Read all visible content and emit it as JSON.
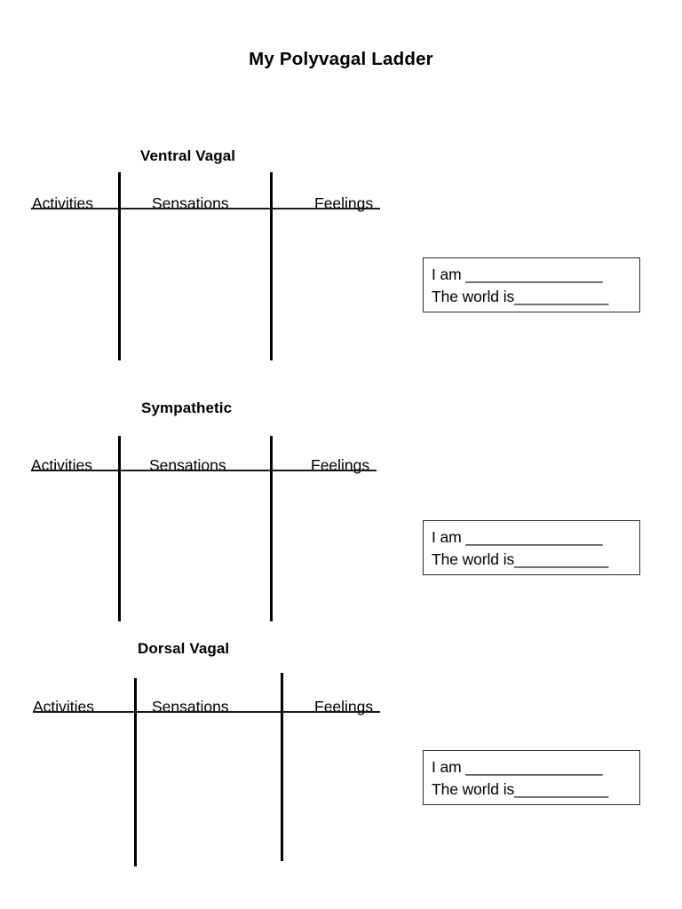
{
  "document": {
    "title": "My Polyvagal Ladder"
  },
  "columns": {
    "activities": "Activities",
    "sensations": "Sensations",
    "feelings": "Feelings"
  },
  "sections": [
    {
      "id": "ventral-vagal",
      "title": "Ventral Vagal",
      "columns": [
        "Activities",
        "Sensations",
        "Feelings"
      ],
      "prompt": {
        "line1": "I am ________________",
        "line2": "The world is___________"
      }
    },
    {
      "id": "sympathetic",
      "title": "Sympathetic",
      "columns": [
        "Activities",
        "Sensations",
        "Feelings"
      ],
      "prompt": {
        "line1": "I am ________________",
        "line2": "The world is___________"
      }
    },
    {
      "id": "dorsal-vagal",
      "title": "Dorsal Vagal",
      "columns": [
        "Activities",
        "Sensations",
        "Feelings"
      ],
      "prompt": {
        "line1": "I am ________________",
        "line2": "The world is___________"
      }
    }
  ],
  "colors": {
    "ink": "#000000",
    "rule": "#1a1a1a",
    "box_border": "#2b2b2b",
    "paper": "#ffffff"
  }
}
